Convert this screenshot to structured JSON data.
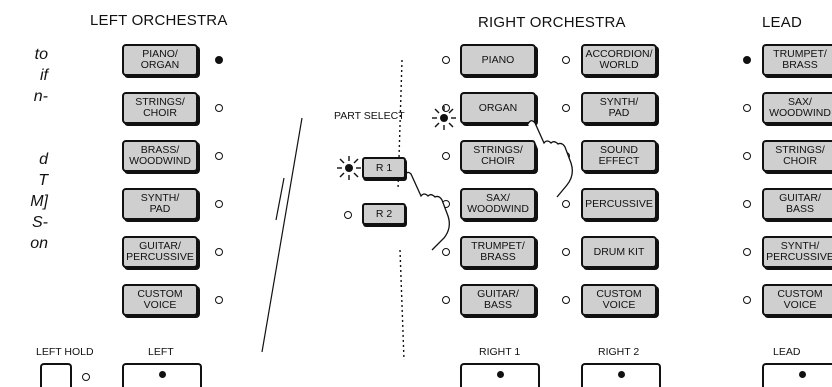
{
  "side_text": [
    "to",
    "if",
    "n-",
    "",
    "",
    "d",
    "T",
    "M]",
    "S-",
    "on"
  ],
  "headings": {
    "left_orchestra": "LEFT  ORCHESTRA",
    "right_orchestra": "RIGHT ORCHESTRA",
    "lead": "LEAD"
  },
  "left_column": [
    {
      "label": "PIANO/\nORGAN",
      "lit": true
    },
    {
      "label": "STRINGS/\nCHOIR",
      "lit": false
    },
    {
      "label": "BRASS/\nWOODWIND",
      "lit": false
    },
    {
      "label": "SYNTH/\nPAD",
      "lit": false
    },
    {
      "label": "GUITAR/\nPERCUSSIVE",
      "lit": false
    },
    {
      "label": "CUSTOM\nVOICE",
      "lit": false
    }
  ],
  "right1_column": [
    {
      "label": "PIANO",
      "lit": false
    },
    {
      "label": "ORGAN",
      "lit": false,
      "blinking": true
    },
    {
      "label": "STRINGS/\nCHOIR",
      "lit": false
    },
    {
      "label": "SAX/\nWOODWIND",
      "lit": false
    },
    {
      "label": "TRUMPET/\nBRASS",
      "lit": false
    },
    {
      "label": "GUITAR/\nBASS",
      "lit": false
    }
  ],
  "right2_column": [
    {
      "label": "ACCORDION/\nWORLD",
      "lit": false
    },
    {
      "label": "SYNTH/\nPAD",
      "lit": false
    },
    {
      "label": "SOUND\nEFFECT",
      "lit": false
    },
    {
      "label": "PERCUSSIVE",
      "lit": false
    },
    {
      "label": "DRUM KIT",
      "lit": false
    },
    {
      "label": "CUSTOM\nVOICE",
      "lit": false
    }
  ],
  "lead_column": [
    {
      "label": "TRUMPET/\nBRASS",
      "lit": true
    },
    {
      "label": "SAX/\nWOODWIND",
      "lit": false
    },
    {
      "label": "STRINGS/\nCHOIR",
      "lit": false
    },
    {
      "label": "GUITAR/\nBASS",
      "lit": false
    },
    {
      "label": "SYNTH/\nPERCUSSIVE",
      "lit": false
    },
    {
      "label": "CUSTOM\nVOICE",
      "lit": false
    }
  ],
  "part_select": {
    "label": "PART SELECT",
    "r1": "R 1",
    "r2": "R 2"
  },
  "bottom_labels": {
    "left_hold": "LEFT HOLD",
    "left": "LEFT",
    "right1": "RIGHT 1",
    "right2": "RIGHT 2",
    "lead": "LEAD"
  },
  "colors": {
    "button_fill": "#cfcfcf",
    "ink": "#111111",
    "background": "#ffffff"
  }
}
